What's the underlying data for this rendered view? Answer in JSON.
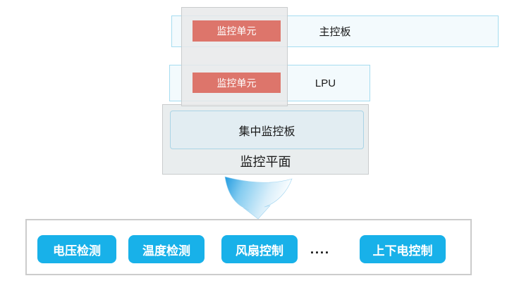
{
  "diagram": {
    "boards": [
      {
        "name": "主控板",
        "unit_label": "监控单元"
      },
      {
        "name": "LPU",
        "unit_label": "监控单元"
      }
    ],
    "monitor_plane": {
      "board_label": "集中监控板",
      "plane_label": "监控平面"
    },
    "functions": {
      "items": [
        {
          "label": "电压检测"
        },
        {
          "label": "温度检测"
        },
        {
          "label": "风扇控制"
        },
        {
          "label": "上下电控制"
        }
      ],
      "ellipsis": "...."
    },
    "colors": {
      "function_chip_blue": "#18b1e9",
      "monitor_unit_red": "#dd756b",
      "board_border_blue": "#a6dcf0",
      "board_fill": "#f3fafd",
      "plane_box_gray": "#e9edee",
      "central_box_fill": "#e2edf2",
      "central_box_border": "#aad4e6",
      "arrow_blue": "#219be0"
    }
  }
}
